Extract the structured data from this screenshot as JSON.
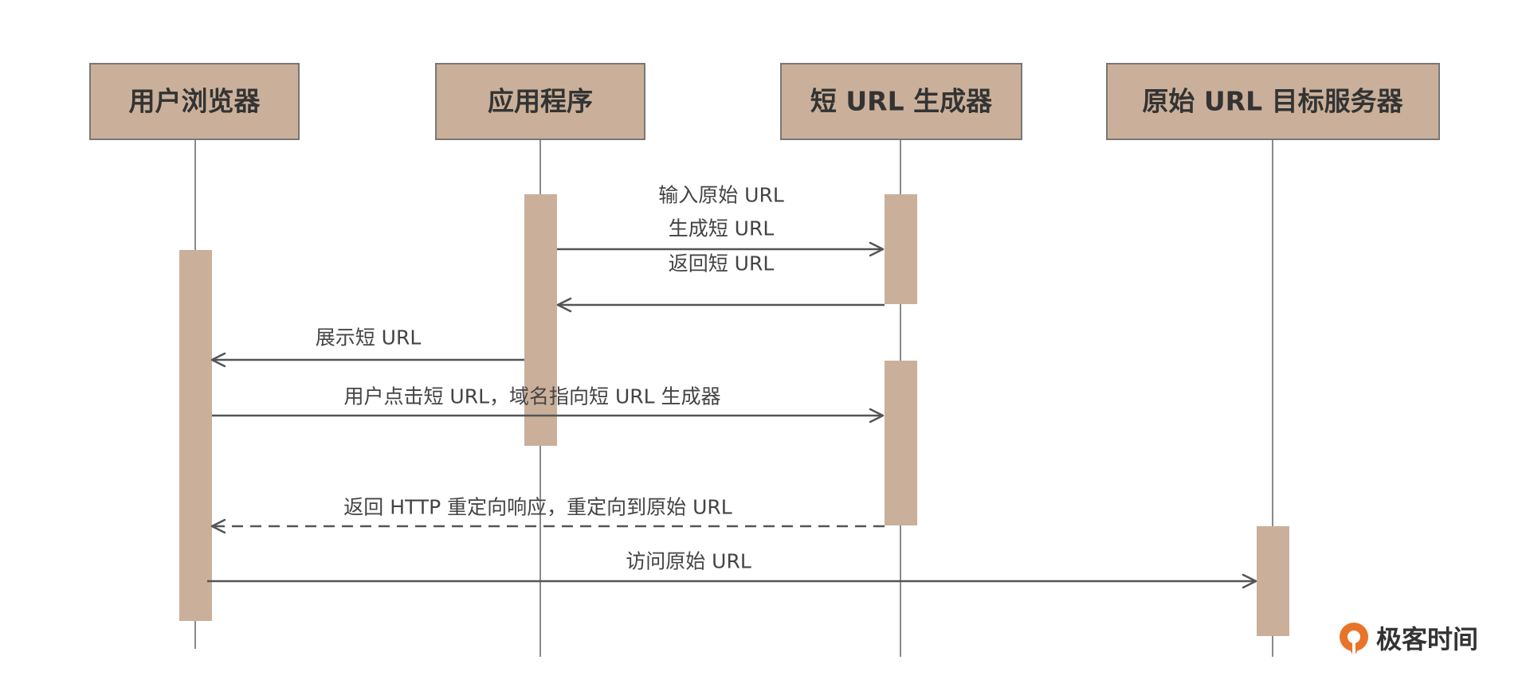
{
  "actors": [
    {
      "id": "browser",
      "label": "用户浏览器"
    },
    {
      "id": "app",
      "label": "应用程序"
    },
    {
      "id": "generator",
      "label": "短 URL 生成器"
    },
    {
      "id": "target",
      "label": "原始 URL 目标服务器"
    }
  ],
  "messages": [
    {
      "from": "app",
      "to": "generator",
      "label": "输入原始 URL",
      "style": "solid"
    },
    {
      "from": "app",
      "to": "generator",
      "label": "生成短 URL",
      "style": "solid"
    },
    {
      "from": "generator",
      "to": "app",
      "label": "返回短 URL",
      "style": "solid"
    },
    {
      "from": "app",
      "to": "browser",
      "label": "展示短 URL",
      "style": "solid"
    },
    {
      "from": "browser",
      "to": "generator",
      "label": "用户点击短 URL，域名指向短 URL 生成器",
      "style": "solid"
    },
    {
      "from": "generator",
      "to": "browser",
      "label": "返回 HTTP 重定向响应，重定向到原始 URL",
      "style": "dashed"
    },
    {
      "from": "browser",
      "to": "target",
      "label": "访问原始 URL",
      "style": "solid"
    }
  ],
  "colors": {
    "box_fill": "#cab09a",
    "line": "#555555",
    "logo_accent": "#e8742a"
  },
  "logo": {
    "text": "极客时间",
    "icon": "geektime-logo-icon"
  }
}
